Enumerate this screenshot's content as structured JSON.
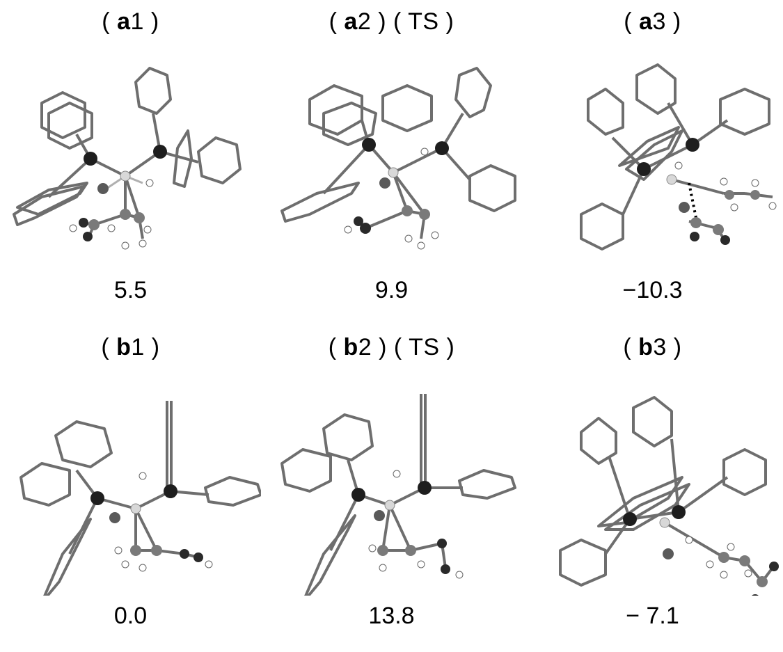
{
  "panels": [
    {
      "paren_open": "(",
      "letter": "a",
      "num": "1",
      "paren_close": ")",
      "tag": "",
      "energy": "5.5"
    },
    {
      "paren_open": "(",
      "letter": "a",
      "num": "2",
      "paren_close": ")",
      "tag": "( TS )",
      "energy": "9.9"
    },
    {
      "paren_open": "(",
      "letter": "a",
      "num": "3",
      "paren_close": ")",
      "tag": "",
      "energy": "−10.3"
    },
    {
      "paren_open": "(",
      "letter": "b",
      "num": "1",
      "paren_close": ")",
      "tag": "",
      "energy": "0.0"
    },
    {
      "paren_open": "(",
      "letter": "b",
      "num": "2",
      "paren_close": ")",
      "tag": "( TS )",
      "energy": "13.8"
    },
    {
      "paren_open": "(",
      "letter": "b",
      "num": "3",
      "paren_close": ")",
      "tag": "",
      "energy": "− 7.1"
    }
  ],
  "colors": {
    "bond": "#6e6e6e",
    "bond_light": "#b0b0b0",
    "p_atom": "#1e1e1e",
    "metal": "#d8d8d8",
    "o_atom": "#2a2a2a",
    "c_atom": "#7a7a7a",
    "h_atom": "#ffffff"
  }
}
